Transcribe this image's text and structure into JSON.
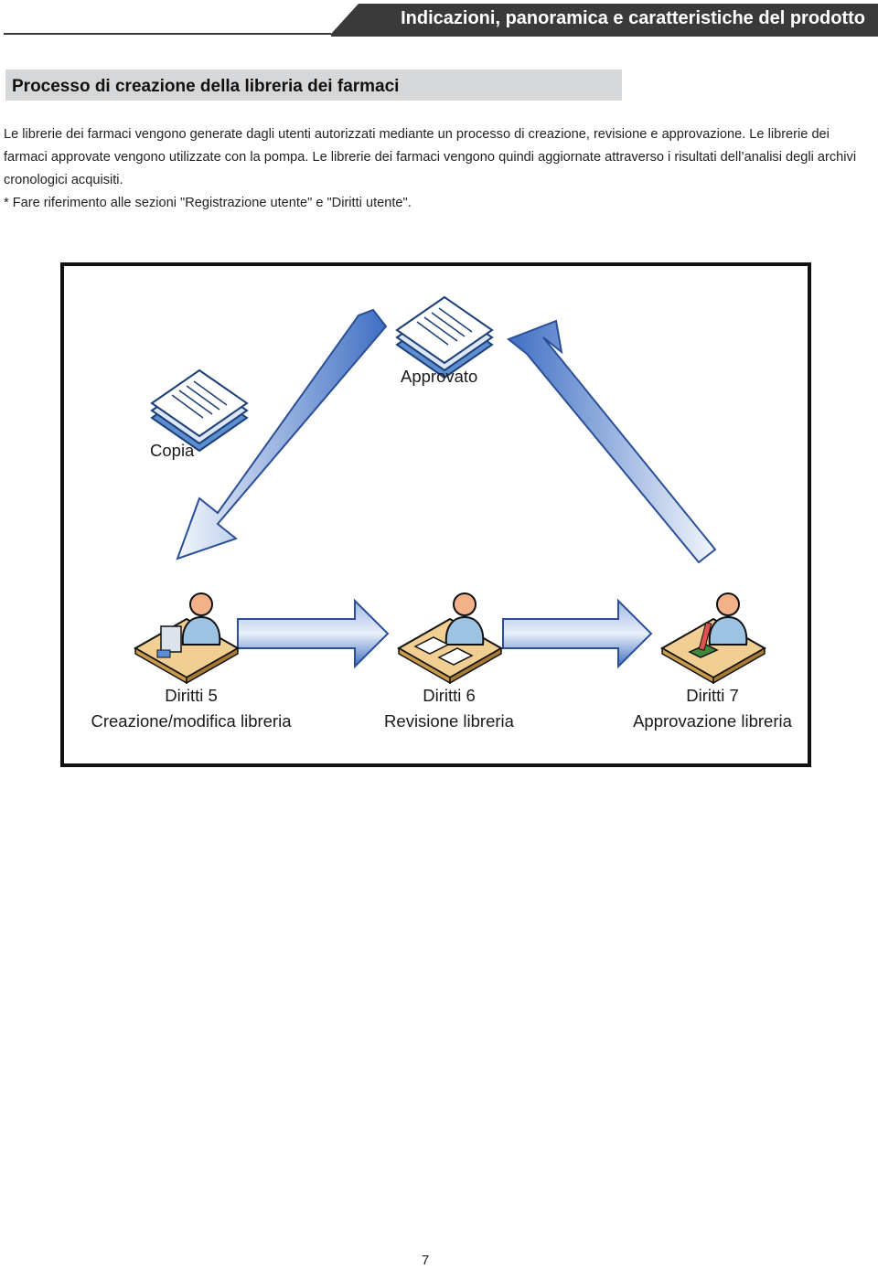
{
  "header": {
    "title": "Indicazioni, panoramica e caratteristiche del prodotto"
  },
  "section": {
    "title": "Processo di creazione della libreria dei farmaci"
  },
  "body": {
    "paragraph_1": "Le librerie dei farmaci vengono generate dagli utenti autorizzati mediante un processo di creazione, revisione e approvazione. Le librerie dei farmaci approvate vengono utilizzate con la pompa. Le librerie dei farmaci vengono quindi aggiornate attraverso i risultati dell’analisi degli archivi cronologici acquisiti.",
    "note": "* Fare riferimento alle sezioni \"Registrazione utente\" e \"Diritti utente\"."
  },
  "diagram": {
    "approved_label": "Approvato",
    "copy_label": "Copia",
    "roles": [
      {
        "rights": "Diritti 5",
        "name": "Creazione/modifica libreria",
        "icon": "user-at-computer-icon"
      },
      {
        "rights": "Diritti 6",
        "name": "Revisione libreria",
        "icon": "user-reviewing-documents-icon"
      },
      {
        "rights": "Diritti 7",
        "name": "Approvazione libreria",
        "icon": "user-approving-icon"
      }
    ],
    "document_icons": [
      "document-stack-icon"
    ],
    "colors": {
      "arrow_light": "#e8eef8",
      "arrow_dark": "#3f6fc4",
      "header_dark": "#3a3a3a",
      "section_bg": "#d6d7d8"
    }
  },
  "page_number": "7"
}
